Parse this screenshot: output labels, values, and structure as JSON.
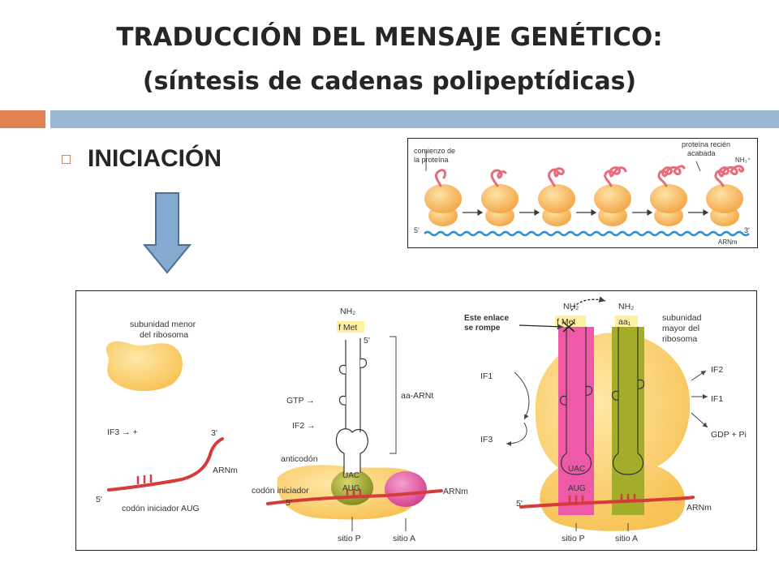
{
  "header": {
    "title_line1": "TRADUCCIÓN DEL MENSAJE GENÉTICO:",
    "title_line2": "(síntesis de cadenas polipeptídicas)"
  },
  "bullet": {
    "label": "INICIACIÓN"
  },
  "colors": {
    "accent_orange": "#df8151",
    "accent_blue": "#9ab7d4",
    "arrow_blue": "#86a9cf"
  },
  "top_figure": {
    "label_start": [
      "comienzo de",
      "la proteína"
    ],
    "label_end": [
      "proteína recién",
      "acabada"
    ],
    "nh3": "NH₃⁺",
    "five_prime": "5'",
    "three_prime": "3'",
    "mrna": "ARNm"
  },
  "main_figure": {
    "small_subunit": [
      "subunidad menor",
      "del ribosoma"
    ],
    "if3_plus": "IF3 →  +",
    "three_prime": "3'",
    "five_prime": "5'",
    "mrna": "ARNm",
    "start_codon": "codón iniciador AUG",
    "nh2": "NH₂",
    "fmet": "f Met",
    "trna_five": "5'",
    "gtp": "GTP →",
    "if2_arrow": "IF2 →",
    "aa_trna": "aa-ARNt",
    "anticodon": "anticodón",
    "uac": "UAC",
    "aug": "AUG",
    "start_codon_short": "codón iniciador",
    "site_p": "sitio P",
    "site_a": "sitio A",
    "bond_note": [
      "Este enlace",
      "se rompe"
    ],
    "aa1": "aa₁",
    "large_subunit": [
      "subunidad",
      "mayor del",
      "ribosoma"
    ],
    "if1": "IF1",
    "if3": "IF3",
    "if2": "IF2",
    "gdp": "GDP + Pi"
  }
}
